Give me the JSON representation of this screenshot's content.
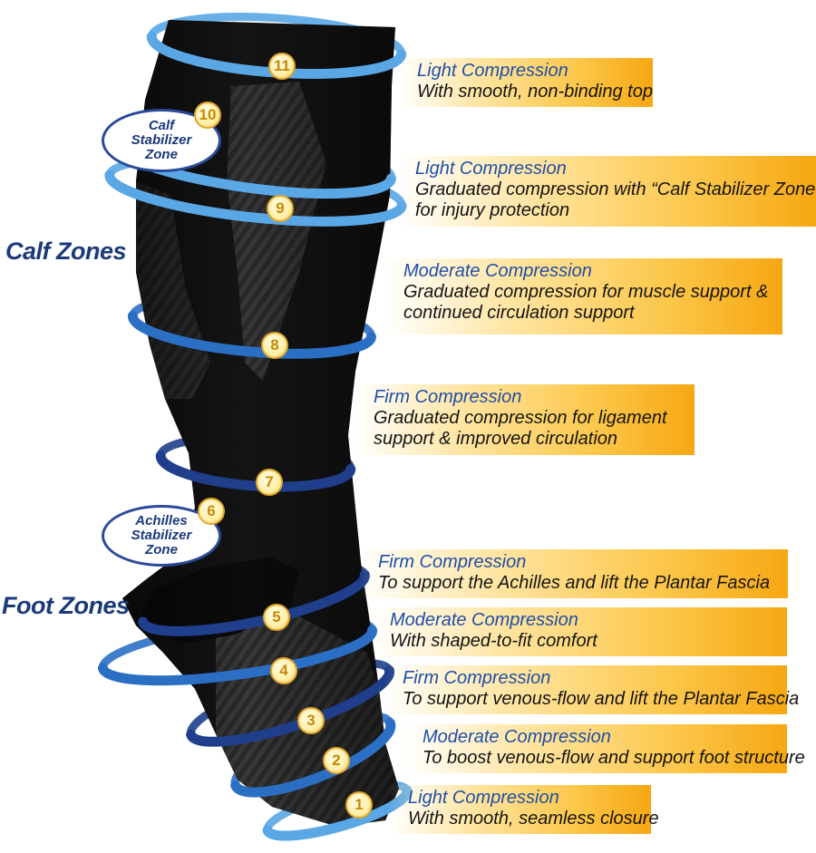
{
  "section_labels": {
    "calf": "Calf Zones",
    "foot": "Foot Zones"
  },
  "stabilizers": [
    {
      "number": "10",
      "lines": [
        "Calf",
        "Stabilizer",
        "Zone"
      ]
    },
    {
      "number": "6",
      "lines": [
        "Achilles",
        "Stabilizer",
        "Zone"
      ]
    }
  ],
  "zones": [
    {
      "number": "11",
      "title": "Light Compression",
      "lines": [
        "With smooth, non-binding top"
      ],
      "level": "light"
    },
    {
      "number": "9",
      "title": "Light Compression",
      "lines": [
        "Graduated compression with “Calf  Stabilizer Zone”",
        "for injury protection"
      ],
      "level": "light"
    },
    {
      "number": "8",
      "title": "Moderate Compression",
      "lines": [
        "Graduated compression for muscle support &",
        "continued circulation support"
      ],
      "level": "moderate"
    },
    {
      "number": "7",
      "title": "Firm Compression",
      "lines": [
        "Graduated compression for ligament",
        "support & improved circulation"
      ],
      "level": "firm"
    },
    {
      "number": "5",
      "title": "Firm Compression",
      "lines": [
        "To support the Achilles and lift the Plantar  Fascia"
      ],
      "level": "firm"
    },
    {
      "number": "4",
      "title": "Moderate Compression",
      "lines": [
        "With shaped-to-fit comfort"
      ],
      "level": "moderate"
    },
    {
      "number": "3",
      "title": "Firm Compression",
      "lines": [
        "To support venous-flow and lift the Plantar Fascia"
      ],
      "level": "firm"
    },
    {
      "number": "2",
      "title": "Moderate Compression",
      "lines": [
        "To boost venous-flow and support foot structure"
      ],
      "level": "moderate"
    },
    {
      "number": "1",
      "title": "Light Compression",
      "lines": [
        "With smooth, seamless closure"
      ],
      "level": "light"
    }
  ],
  "colors": {
    "light": "#5aa7e6",
    "moderate": "#2b6fc4",
    "firm": "#1f3f8c",
    "sleeve": "#151515",
    "panel_accent": "#f6a712"
  }
}
